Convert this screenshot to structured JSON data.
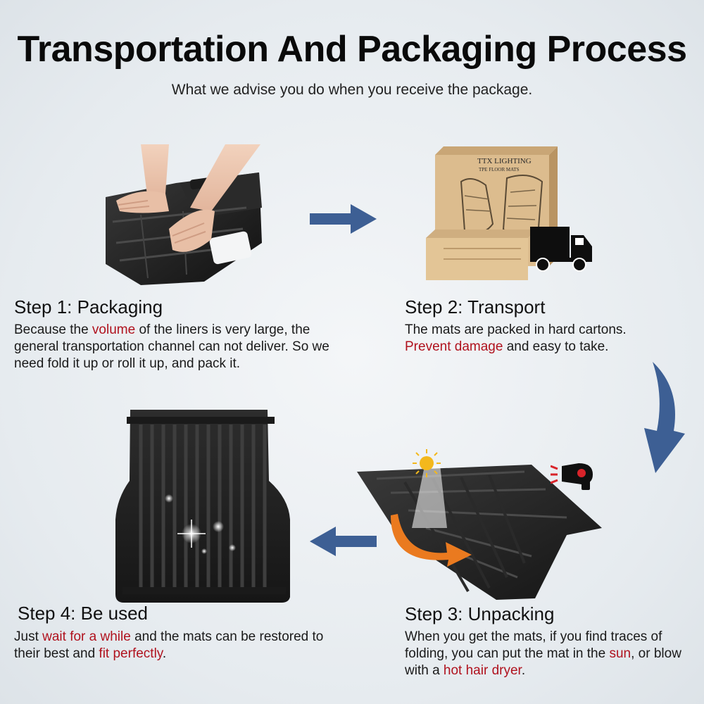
{
  "header": {
    "title": "Transportation And Packaging Process",
    "subtitle": "What we advise you do when you receive the package."
  },
  "box_label": {
    "brand": "TTX LIGHTING",
    "product": "TPE FLOOR MATS"
  },
  "steps": [
    {
      "heading": "Step 1: Packaging",
      "body": [
        {
          "text": "Because the ",
          "highlight": false
        },
        {
          "text": "volume",
          "highlight": true
        },
        {
          "text": " of the liners is very large, the general transportation channel can not deliver. So we need fold it up or roll it up, and pack it.",
          "highlight": false
        }
      ]
    },
    {
      "heading": "Step 2: Transport",
      "body": [
        {
          "text": "The mats are packed in hard cartons. ",
          "highlight": false
        },
        {
          "text": "Prevent damage",
          "highlight": true
        },
        {
          "text": " and easy to take.",
          "highlight": false
        }
      ]
    },
    {
      "heading": "Step 3: Unpacking",
      "body": [
        {
          "text": "When you get the mats, if you find traces of folding, you can put the mat in the ",
          "highlight": false
        },
        {
          "text": "sun",
          "highlight": true
        },
        {
          "text": ", or blow with a ",
          "highlight": false
        },
        {
          "text": "hot hair dryer",
          "highlight": true
        },
        {
          "text": ".",
          "highlight": false
        }
      ]
    },
    {
      "heading": "Step 4: Be used",
      "body": [
        {
          "text": "Just ",
          "highlight": false
        },
        {
          "text": "wait for a while",
          "highlight": true
        },
        {
          "text": " and the mats can be restored to their best and ",
          "highlight": false
        },
        {
          "text": "fit perfectly",
          "highlight": true
        },
        {
          "text": ".",
          "highlight": false
        }
      ]
    }
  ],
  "icons": {
    "arrow_right": "arrow-right-icon",
    "arrow_curve": "curved-arrow-down-icon",
    "arrow_left": "arrow-left-icon",
    "truck": "truck-icon",
    "sun": "sun-icon",
    "hair_dryer": "hair-dryer-icon"
  },
  "colors": {
    "arrow_blue": "#3d5f94",
    "highlight_red": "#b0121e",
    "orange_arrow": "#ea7a1f",
    "sun_yellow": "#f3b81c",
    "carton": "#d9b98c"
  }
}
